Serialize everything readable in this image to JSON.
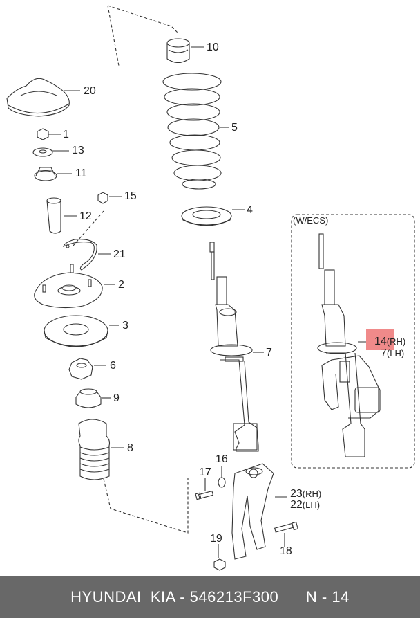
{
  "variant_label": "(W/ECS)",
  "parts": [
    {
      "id": "p10",
      "num": "10"
    },
    {
      "id": "p20",
      "num": "20"
    },
    {
      "id": "p5",
      "num": "5"
    },
    {
      "id": "p1",
      "num": "1"
    },
    {
      "id": "p13",
      "num": "13"
    },
    {
      "id": "p11",
      "num": "11"
    },
    {
      "id": "p15",
      "num": "15"
    },
    {
      "id": "p12",
      "num": "12"
    },
    {
      "id": "p4",
      "num": "4"
    },
    {
      "id": "p21",
      "num": "21"
    },
    {
      "id": "p2",
      "num": "2"
    },
    {
      "id": "p3",
      "num": "3"
    },
    {
      "id": "p7",
      "num": "7"
    },
    {
      "id": "p6",
      "num": "6"
    },
    {
      "id": "p9",
      "num": "9"
    },
    {
      "id": "p8",
      "num": "8"
    },
    {
      "id": "p16",
      "num": "16"
    },
    {
      "id": "p17",
      "num": "17"
    },
    {
      "id": "p23",
      "num": "23",
      "side": "(RH)"
    },
    {
      "id": "p22",
      "num": "22",
      "side": "(LH)"
    },
    {
      "id": "p19",
      "num": "19"
    },
    {
      "id": "p18",
      "num": "18"
    },
    {
      "id": "p14",
      "num": "14",
      "side": "(RH)"
    },
    {
      "id": "p7b",
      "num": "7",
      "side": "(LH)"
    }
  ],
  "footer": {
    "brand": "HYUNDAI  KIA - 546213F300",
    "page": "N - 14"
  },
  "colors": {
    "highlight": "#f08a8a",
    "footer_bg": "#686868",
    "line": "#333333"
  }
}
